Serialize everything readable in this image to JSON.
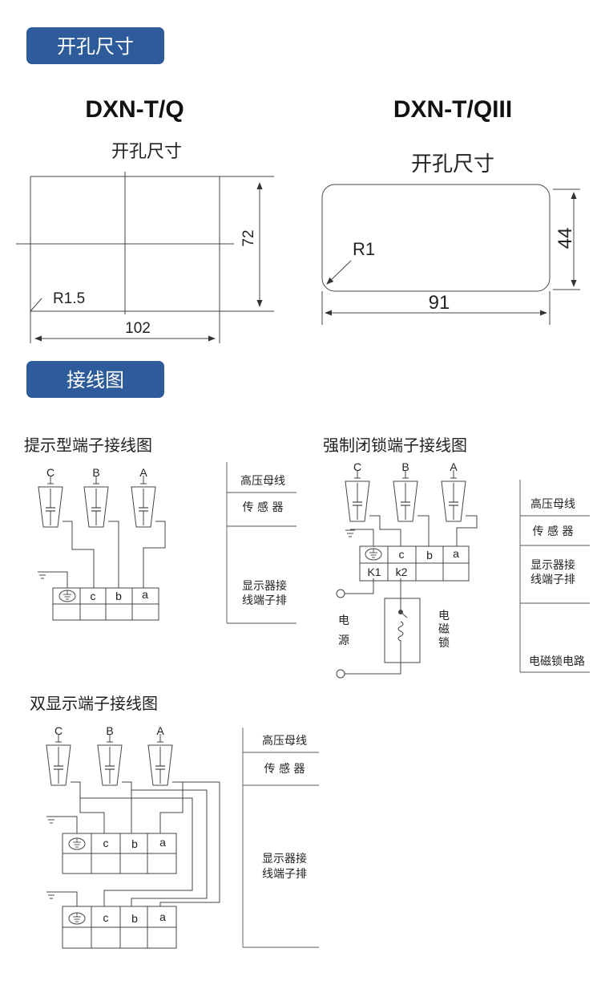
{
  "sections": {
    "cutout": "开孔尺寸",
    "wiring": "接线图"
  },
  "panel_left": {
    "model": "DXN-T/Q",
    "caption": "开孔尺寸",
    "height": "72",
    "width": "102",
    "radius": "R1.5"
  },
  "panel_right": {
    "model": "DXN-T/QIII",
    "caption": "开孔尺寸",
    "height": "44",
    "width": "91",
    "radius": "R1"
  },
  "diagram_prompt": {
    "title": "提示型端子接线图",
    "phases": [
      "C",
      "B",
      "A"
    ],
    "terminals": [
      "c",
      "b",
      "a"
    ],
    "legend": [
      "高压母线",
      "传 感 器",
      "显示器接",
      "线端子排"
    ]
  },
  "diagram_lock": {
    "title": "强制闭锁端子接线图",
    "phases": [
      "C",
      "B",
      "A"
    ],
    "terminals": [
      "c",
      "b",
      "a"
    ],
    "row2": [
      "K1",
      "k2"
    ],
    "power": [
      "电",
      "源"
    ],
    "lock": [
      "电",
      "磁",
      "锁"
    ],
    "legend": [
      "高压母线",
      "传 感 器",
      "显示器接",
      "线端子排",
      "电磁锁电路"
    ]
  },
  "diagram_dual": {
    "title": "双显示端子接线图",
    "phases": [
      "C",
      "B",
      "A"
    ],
    "terminals": [
      "c",
      "b",
      "a"
    ],
    "legend": [
      "高压母线",
      "传 感 器",
      "显示器接",
      "线端子排"
    ]
  },
  "colors": {
    "badge": "#2e5b9a",
    "line": "#444444"
  }
}
